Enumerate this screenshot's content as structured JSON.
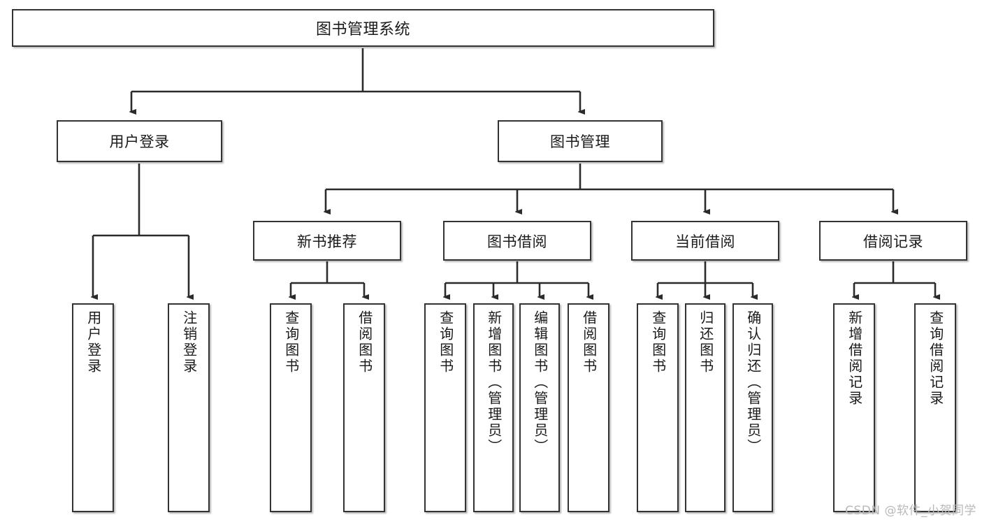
{
  "diagram": {
    "title": "图书管理系统",
    "watermark": "CSDN @软件_小贺同学",
    "colors": {
      "border": "#333333",
      "background": "#ffffff",
      "text": "#1a1a1a",
      "watermark": "#b9b9b9"
    },
    "root": {
      "label": "图书管理系统"
    },
    "level2": [
      {
        "label": "用户登录"
      },
      {
        "label": "图书管理"
      }
    ],
    "level3": [
      {
        "label": "新书推荐"
      },
      {
        "label": "图书借阅"
      },
      {
        "label": "当前借阅"
      },
      {
        "label": "借阅记录"
      }
    ],
    "leaves": [
      {
        "label": "用户登录",
        "parent": "用户登录"
      },
      {
        "label": "注销登录",
        "parent": "用户登录"
      },
      {
        "label": "查询图书",
        "parent": "新书推荐"
      },
      {
        "label": "借阅图书",
        "parent": "新书推荐"
      },
      {
        "label": "查询图书",
        "parent": "图书借阅"
      },
      {
        "label": "新增图书（管理员）",
        "parent": "图书借阅"
      },
      {
        "label": "编辑图书（管理员）",
        "parent": "图书借阅"
      },
      {
        "label": "借阅图书",
        "parent": "图书借阅"
      },
      {
        "label": "查询图书",
        "parent": "当前借阅"
      },
      {
        "label": "归还图书",
        "parent": "当前借阅"
      },
      {
        "label": "确认归还（管理员）",
        "parent": "当前借阅"
      },
      {
        "label": "新增借阅记录",
        "parent": "借阅记录"
      },
      {
        "label": "查询借阅记录",
        "parent": "借阅记录"
      }
    ]
  }
}
